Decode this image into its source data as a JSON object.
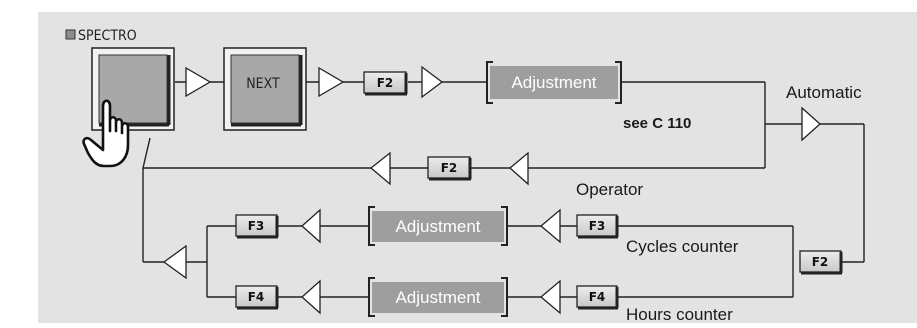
{
  "indicator_label": "SPECTRO",
  "next_button_label": "NEXT",
  "fkeys": {
    "f2": "F2",
    "f3": "F3",
    "f4": "F4"
  },
  "adjustment_label": "Adjustment",
  "reference_text": "see C 110",
  "mode_labels": {
    "automatic": "Automatic",
    "operator": "Operator",
    "cycles_counter": "Cycles counter",
    "hours_counter": "Hours counter"
  },
  "colors": {
    "background_panel": "#e3e3e3",
    "button_face": "#a8a8a8",
    "adjustment_face": "#9e9e9e",
    "key_face": "#d8d8d8",
    "indicator": "#8c8c8c"
  }
}
